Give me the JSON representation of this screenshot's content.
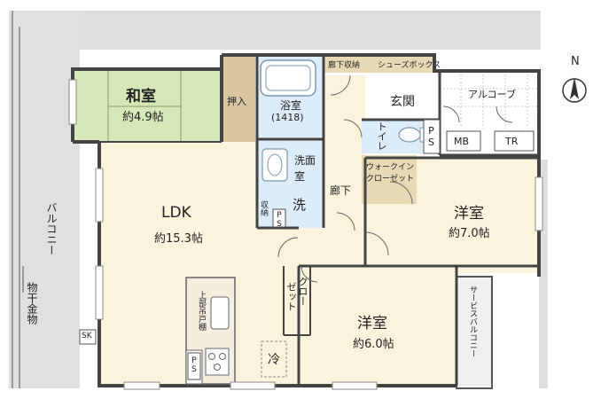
{
  "rooms": {
    "washitsu": {
      "name": "和室",
      "size": "約4.9帖"
    },
    "oshiire": "押入",
    "bathroom": {
      "name": "浴室",
      "code": "(1418)"
    },
    "hall_storage": "廊下収納",
    "shoebox": "シューズボックス",
    "genkan": "玄関",
    "alcove": "アルコーブ",
    "mb": "MB",
    "tr": "TR",
    "toilet": "トイレ",
    "ps": "PS",
    "walkin_closet": {
      "line1": "ウォークイン",
      "line2": "クローゼット"
    },
    "hallway": "廊下",
    "senmenshitsu": {
      "line1": "洗面",
      "line2": "室"
    },
    "washer": "洗",
    "shuno": "収納",
    "ldk": {
      "name": "LDK",
      "size": "約15.3帖"
    },
    "youshitsu_a": {
      "name": "洋室",
      "size": "約7.0帖"
    },
    "youshitsu_b": {
      "name": "洋室",
      "size": "約6.0帖"
    },
    "closet": {
      "line1": "クロー",
      "line2": "ゼット"
    },
    "balcony": "バルコニー",
    "monohoshi": "物干金物",
    "sk": "SK",
    "service_balcony": "サービスバルコニー",
    "kitchen_top": "上部吊戸棚",
    "fridge": "冷"
  },
  "compass": {
    "north": "N"
  },
  "colors": {
    "wall": "#444444",
    "outdoor": "#dcdcdc",
    "floor": "#fcf4dc",
    "washitsu": "#d6e8b8",
    "oshiire": "#d8c7a0",
    "wet": "#dcecf8"
  }
}
